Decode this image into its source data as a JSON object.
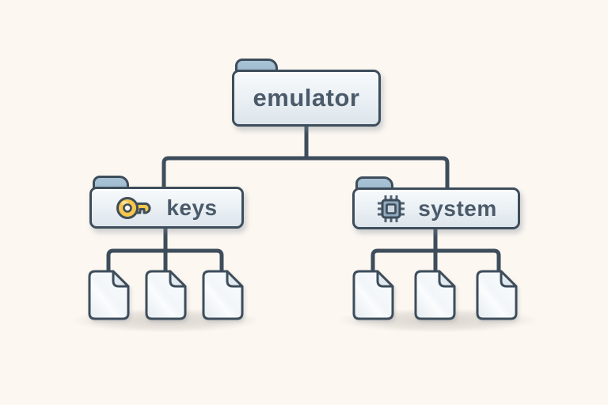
{
  "diagram": {
    "type": "folder-tree",
    "root": {
      "label": "emulator",
      "icon": "folder-icon"
    },
    "children": [
      {
        "label": "keys",
        "icon": "key-icon",
        "files": 3
      },
      {
        "label": "system",
        "icon": "chip-icon",
        "files": 3
      }
    ],
    "colors": {
      "background": "#fcf7f1",
      "outline": "#3e4d5b",
      "folder_tab": "#9cb9cd",
      "folder_body": "#eef3f6",
      "text": "#4a5a6a",
      "key": "#f6c74c",
      "chip": "#8fa8bd",
      "file": "#f5f9fb"
    }
  }
}
